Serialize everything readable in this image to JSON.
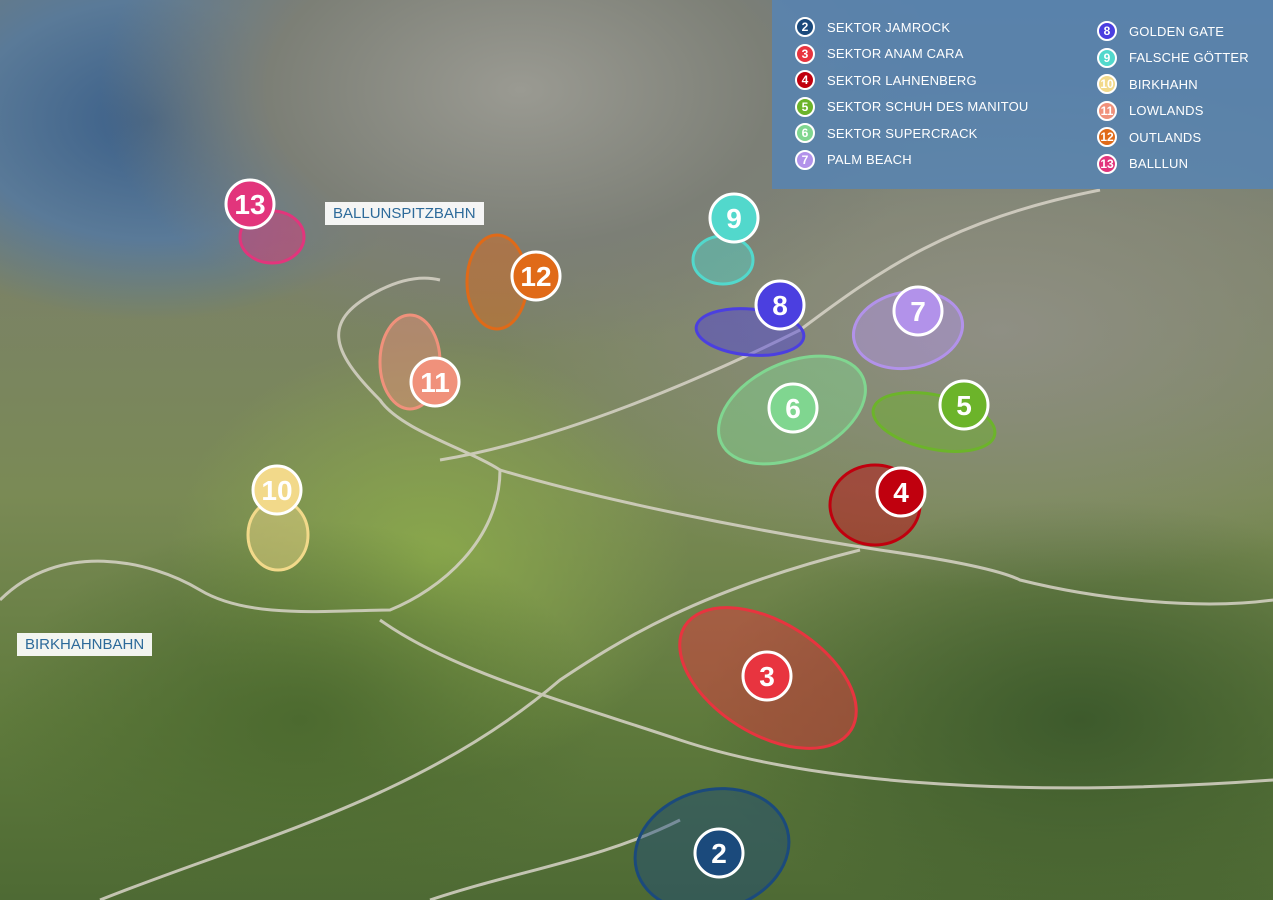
{
  "legend": {
    "items": [
      {
        "num": "2",
        "label": "SEKTOR JAMROCK",
        "color": "#1b4a7c"
      },
      {
        "num": "3",
        "label": "SEKTOR ANAM CARA",
        "color": "#e8343f"
      },
      {
        "num": "4",
        "label": "SEKTOR LAHNENBERG",
        "color": "#c0000e"
      },
      {
        "num": "5",
        "label": "SEKTOR SCHUH DES MANITOU",
        "color": "#6cb42a"
      },
      {
        "num": "6",
        "label": "SEKTOR SUPERCRACK",
        "color": "#80d690"
      },
      {
        "num": "7",
        "label": "PALM BEACH",
        "color": "#b292ea"
      },
      {
        "num": "8",
        "label": "GOLDEN GATE",
        "color": "#4b3fe0"
      },
      {
        "num": "9",
        "label": "FALSCHE GÖTTER",
        "color": "#52d8cc"
      },
      {
        "num": "10",
        "label": "BIRKHAHN",
        "color": "#f2d98a"
      },
      {
        "num": "11",
        "label": "LOWLANDS",
        "color": "#f0917b"
      },
      {
        "num": "12",
        "label": "OUTLANDS",
        "color": "#e06a18"
      },
      {
        "num": "13",
        "label": "BALLLUN",
        "color": "#e2357c"
      }
    ]
  },
  "stations": {
    "ballunspitzbahn": "BALLUNSPITZBAHN",
    "birkhahnbahn": "BIRKHAHNBAHN"
  }
}
